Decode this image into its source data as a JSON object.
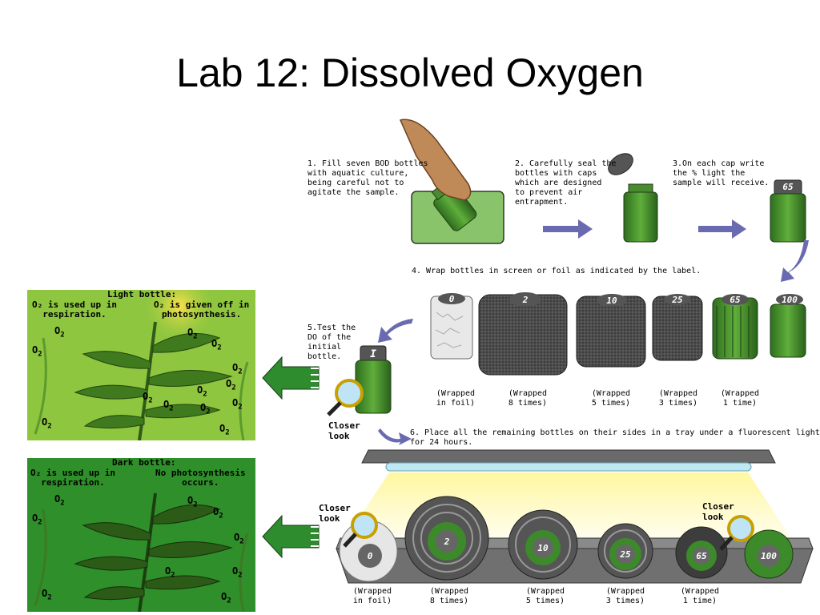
{
  "slide": {
    "title": "Lab 12: Dissolved Oxygen"
  },
  "steps": {
    "s1": "1. Fill seven BOD bottles\n   with aquatic culture,\n   being careful not to\n   agitate the sample.",
    "s2": "2. Carefully seal the\n   bottles with caps\n   which are designed\n   to prevent air\n   entrapment.",
    "s3": "3.On each cap write\n  the % light the\n  sample will receive.",
    "s4": "4. Wrap bottles in screen or  foil as indicated by the label.",
    "s5": "5.Test the\n  DO of the\n  initial\n  bottle.",
    "s6": "6. Place all the remaining bottles on their sides in a tray under a fluorescent light for 24 hours."
  },
  "caps": {
    "c65_top": "65",
    "bottle_initial": "I",
    "row": [
      "0",
      "2",
      "10",
      "25",
      "65",
      "100"
    ],
    "tray": [
      "0",
      "2",
      "10",
      "25",
      "65",
      "100"
    ]
  },
  "wrap_labels": [
    "(Wrapped\nin foil)",
    "(Wrapped\n8 times)",
    "(Wrapped\n5 times)",
    "(Wrapped\n3 times)",
    "(Wrapped\n1 time)"
  ],
  "closer_look": "Closer\nlook",
  "light_panel": {
    "heading": "Light bottle:",
    "left": "O₂ is used up in\nrespiration.",
    "right": "O₂ is given off in\nphotosynthesis."
  },
  "dark_panel": {
    "heading": "Dark bottle:",
    "left": "O₂ is used up in\nrespiration.",
    "right": "No photosynthesis\noccurs."
  },
  "o2_marker": "O",
  "o2_sub": "2",
  "colors": {
    "leaf_light_bg": "#8ec63f",
    "leaf_dark_bg": "#2f8f2a",
    "bottle_green": "#3d8a2a",
    "arrow_blue": "#6a6ab0",
    "arrow_green": "#2e8b2e"
  }
}
